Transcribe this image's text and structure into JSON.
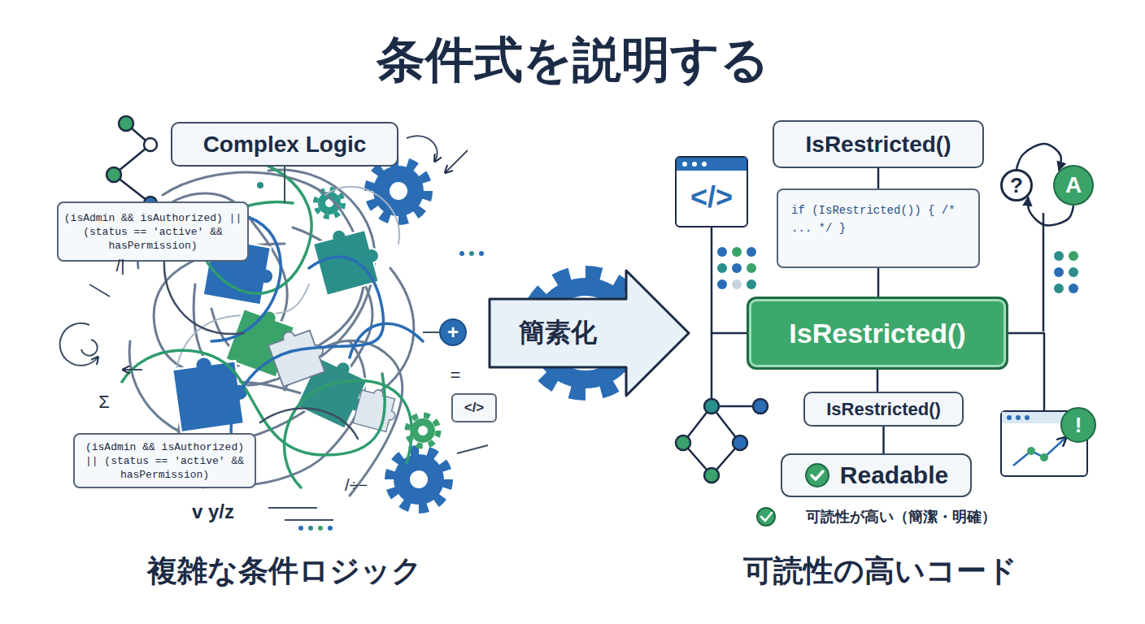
{
  "diagram": {
    "title": "条件式を説明する",
    "nodes": [
      {
        "text": [
          "Complex Logic"
        ]
      },
      {
        "text": [
          "(isAdmin && isAuthorized) || (status == 'active' && hasPermission)"
        ]
      },
      {
        "text": [
          "+"
        ]
      },
      {
        "text": [
          "</>"
        ]
      },
      {
        "text": [
          "(isAdmin && isAuthorized) || (status == 'active' && hasPermission)"
        ]
      },
      {
        "text": [
          "簡素化"
        ]
      },
      {
        "text": [
          "</>"
        ]
      },
      {
        "text": [
          "IsRestricted()"
        ]
      },
      {
        "text": [
          "if (IsRestricted()) { /* ... */ }"
        ]
      },
      {
        "text": [
          "?"
        ]
      },
      {
        "text": [
          "A"
        ]
      },
      {
        "text": [
          "IsRestricted()"
        ]
      },
      {
        "text": [
          "IsRestricted()"
        ]
      },
      {
        "text": [
          "!"
        ]
      },
      {
        "text": [
          "Readable"
        ]
      }
    ],
    "edges": [
      {
        "from": 7,
        "to": 8,
        "arrow": "none"
      },
      {
        "from": 8,
        "to": 11,
        "arrow": "none"
      },
      {
        "from": 11,
        "to": 12,
        "arrow": "none"
      },
      {
        "from": 12,
        "to": 14,
        "arrow": "none"
      },
      {
        "from": 11,
        "to": 6,
        "arrow": "none"
      },
      {
        "from": 11,
        "to": 13,
        "arrow": "none"
      },
      {
        "from": 9,
        "to": 10,
        "arrow": "to"
      },
      {
        "from": 10,
        "to": 9,
        "arrow": "to"
      }
    ],
    "labels": [
      "/|",
      "Σ",
      "=",
      "/÷−",
      "v y/z",
      "複雑な条件ロジック",
      "可読性の高いコード",
      "可読性が高い（簡潔・明確）"
    ]
  }
}
